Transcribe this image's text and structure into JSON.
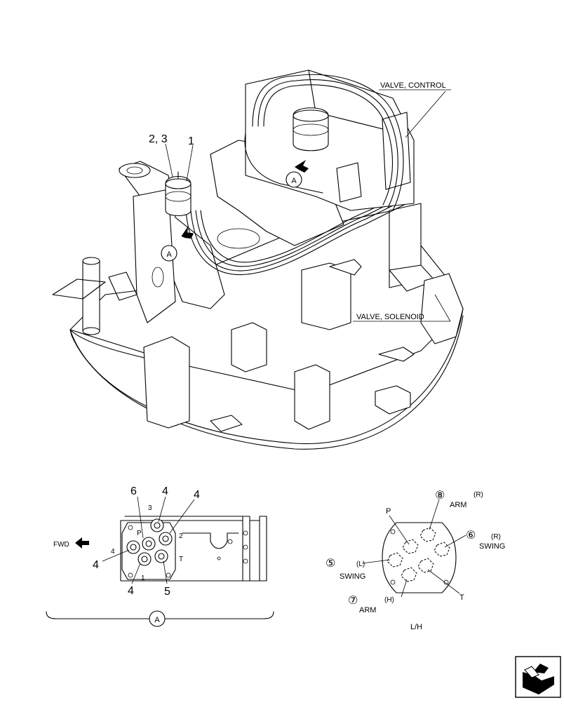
{
  "callouts": {
    "item_23": "2, 3",
    "item_1": "1",
    "valve_control": "VALVE, CONTROL",
    "valve_solenoid": "VALVE, SOLENOID",
    "view_a": "A"
  },
  "detail_a": {
    "top_6": "6",
    "top_4a": "4",
    "top_4b": "4",
    "left_4": "4",
    "bottom_4": "4",
    "bottom_5": "5",
    "fwd": "FWD",
    "port_3": "3",
    "port_2": "2",
    "port_4": "4",
    "port_1": "1",
    "port_p": "P",
    "port_t": "T",
    "view_label": "A"
  },
  "port_diagram": {
    "p": "P",
    "t": "T",
    "n8": "⑧",
    "arm_r": "ARM",
    "r1": "(R)",
    "n6": "⑥",
    "r2": "(R)",
    "swing_r": "SWING",
    "n5": "⑤",
    "l": "(L)",
    "swing_l": "SWING",
    "n7": "⑦",
    "h": "(H)",
    "arm_h": "ARM",
    "lh": "L/H"
  },
  "nav_icon": "next-page-icon"
}
